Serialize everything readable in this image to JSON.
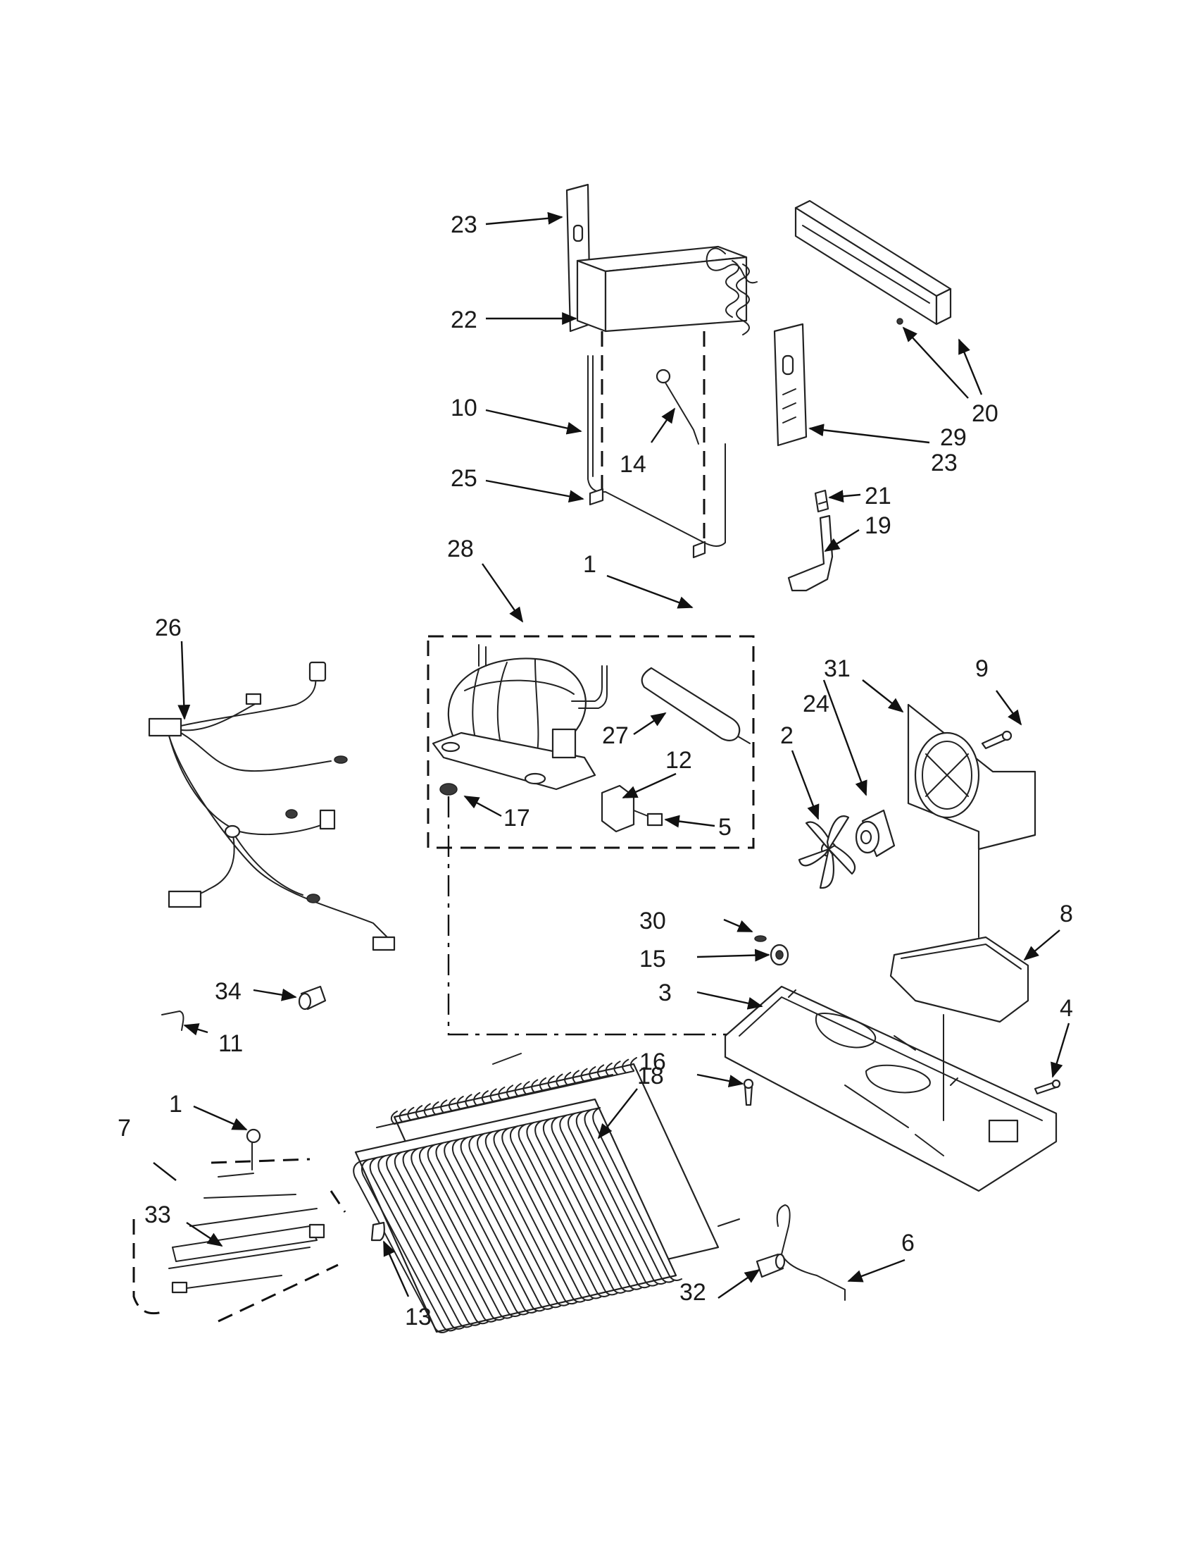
{
  "callouts": {
    "c1a": "1",
    "c1b": "1",
    "c2": "2",
    "c3": "3",
    "c4": "4",
    "c5": "5",
    "c6": "6",
    "c7": "7",
    "c8": "8",
    "c9": "9",
    "c10": "10",
    "c11": "11",
    "c12": "12",
    "c13": "13",
    "c14": "14",
    "c15": "15",
    "c16": "16",
    "c17": "17",
    "c18": "18",
    "c19": "19",
    "c20": "20",
    "c21": "21",
    "c22": "22",
    "c23a": "23",
    "c23b": "23",
    "c24": "24",
    "c25": "25",
    "c26": "26",
    "c27": "27",
    "c28": "28",
    "c29": "29",
    "c30": "30",
    "c31": "31",
    "c32": "32",
    "c33": "33",
    "c34": "34"
  },
  "colors": {
    "ink": "#222222",
    "paper": "#ffffff"
  }
}
